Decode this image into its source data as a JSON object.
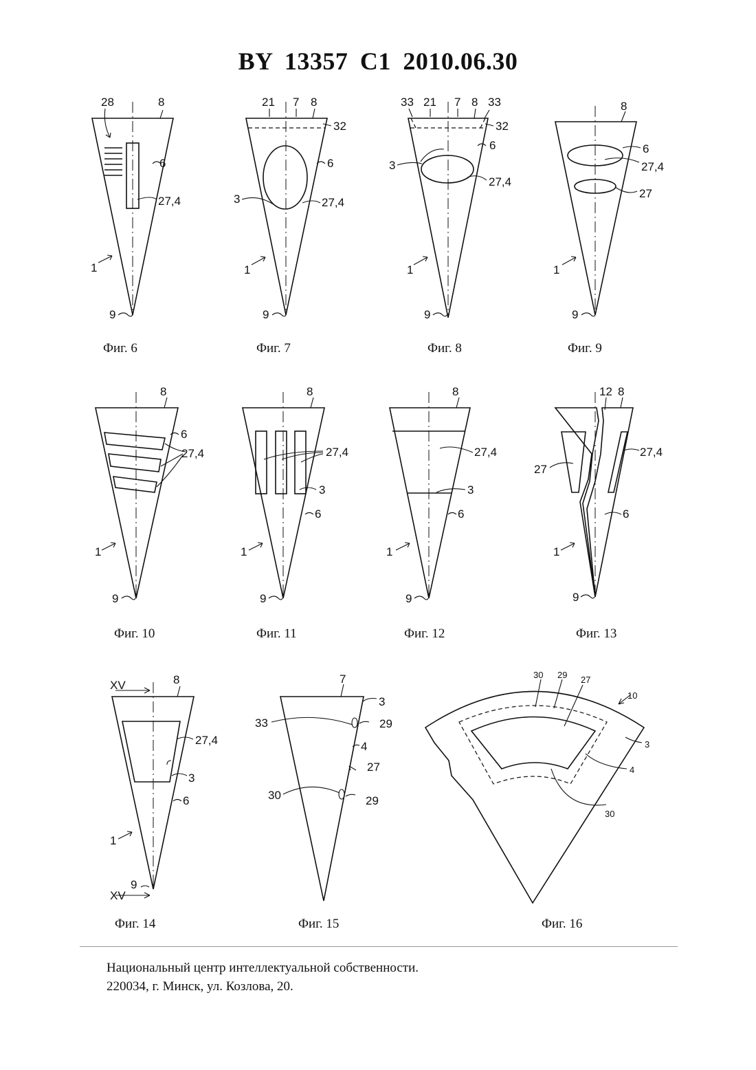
{
  "header": {
    "title": "BY  13357  C1  2010.06.30"
  },
  "figures": {
    "fig6": {
      "caption": "Фиг. 6",
      "labels": [
        "28",
        "8",
        "6",
        "27,4",
        "1",
        "9"
      ]
    },
    "fig7": {
      "caption": "Фиг. 7",
      "labels": [
        "21",
        "7",
        "8",
        "32",
        "6",
        "3",
        "27,4",
        "1",
        "9"
      ]
    },
    "fig8": {
      "caption": "Фиг. 8",
      "labels": [
        "33",
        "21",
        "7",
        "8",
        "33",
        "32",
        "6",
        "3",
        "27,4",
        "1",
        "9"
      ]
    },
    "fig9": {
      "caption": "Фиг. 9",
      "labels": [
        "8",
        "6",
        "27,4",
        "27",
        "1",
        "9"
      ]
    },
    "fig10": {
      "caption": "Фиг. 10",
      "labels": [
        "8",
        "6",
        "27,4",
        "1",
        "9"
      ]
    },
    "fig11": {
      "caption": "Фиг. 11",
      "labels": [
        "8",
        "27,4",
        "3",
        "6",
        "1",
        "9"
      ]
    },
    "fig12": {
      "caption": "Фиг. 12",
      "labels": [
        "8",
        "27,4",
        "3",
        "6",
        "1",
        "9"
      ]
    },
    "fig13": {
      "caption": "Фиг. 13",
      "labels": [
        "12",
        "8",
        "27",
        "27,4",
        "6",
        "1",
        "9"
      ]
    },
    "fig14": {
      "caption": "Фиг. 14",
      "labels": [
        "XV",
        "8",
        "27,4",
        "3",
        "6",
        "1",
        "9",
        "XV"
      ]
    },
    "fig15": {
      "caption": "Фиг. 15",
      "labels": [
        "7",
        "3",
        "33",
        "29",
        "4",
        "27",
        "30",
        "29"
      ]
    },
    "fig16": {
      "caption": "Фиг. 16",
      "labels": [
        "30",
        "29",
        "27",
        "10",
        "3",
        "4",
        "30"
      ]
    }
  },
  "footer": {
    "line1": "Национальный центр интеллектуальной собственности.",
    "line2": "220034, г. Минск, ул. Козлова, 20."
  }
}
